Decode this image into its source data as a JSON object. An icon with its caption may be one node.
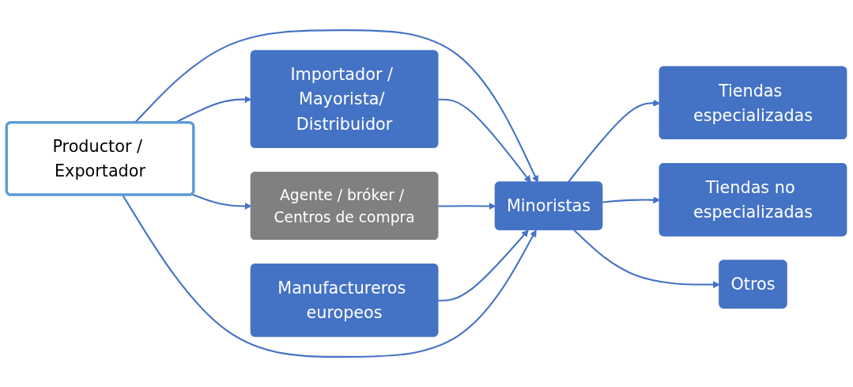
{
  "diagram": {
    "nodes": [
      {
        "text": [
          "Productor / Exportador"
        ]
      },
      {
        "text": [
          "Importador / Mayorista/ Distribuidor"
        ]
      },
      {
        "text": [
          "Agente / bróker / Centros de compra"
        ]
      },
      {
        "text": [
          "Manufactureros europeos"
        ]
      },
      {
        "text": [
          "Minoristas"
        ]
      },
      {
        "text": [
          "Tiendas especializadas"
        ]
      },
      {
        "text": [
          "Tiendas no especializadas"
        ]
      },
      {
        "text": [
          "Otros"
        ]
      }
    ],
    "edges": [
      {
        "from": 0,
        "to": 4,
        "arrow": "to"
      },
      {
        "from": 0,
        "to": 1,
        "arrow": "to"
      },
      {
        "from": 1,
        "to": 4,
        "arrow": "to"
      },
      {
        "from": 0,
        "to": 2,
        "arrow": "to"
      },
      {
        "from": 2,
        "to": 4,
        "arrow": "to"
      },
      {
        "from": 3,
        "to": 4,
        "arrow": "to"
      },
      {
        "from": 0,
        "to": 4,
        "arrow": "to"
      },
      {
        "from": 4,
        "to": 5,
        "arrow": "to"
      },
      {
        "from": 4,
        "to": 6,
        "arrow": "to"
      },
      {
        "from": 4,
        "to": 7,
        "arrow": "to"
      }
    ]
  }
}
